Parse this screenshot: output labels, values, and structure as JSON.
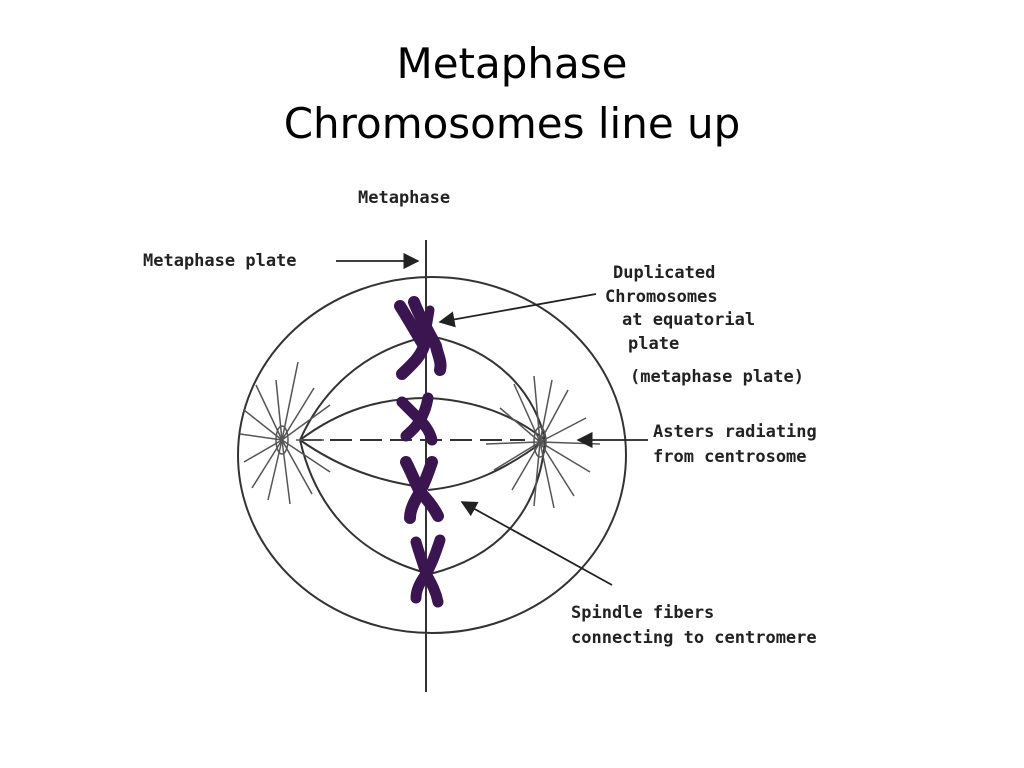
{
  "slide": {
    "title_line1": "Metaphase",
    "title_line2": "Chromosomes line up"
  },
  "diagram": {
    "heading": "Metaphase",
    "labels": {
      "metaphase_plate": "Metaphase plate",
      "duplicated_1": "Duplicated",
      "duplicated_2": "Chromosomes",
      "duplicated_3": "at equatorial",
      "duplicated_4": "plate",
      "duplicated_5": "(metaphase plate)",
      "asters_1": "Asters radiating",
      "asters_2": "from centrosome",
      "spindle_1": "Spindle fibers",
      "spindle_2": "connecting to centromere"
    },
    "colors": {
      "chromosome": "#3a1550",
      "line": "#333333"
    }
  }
}
